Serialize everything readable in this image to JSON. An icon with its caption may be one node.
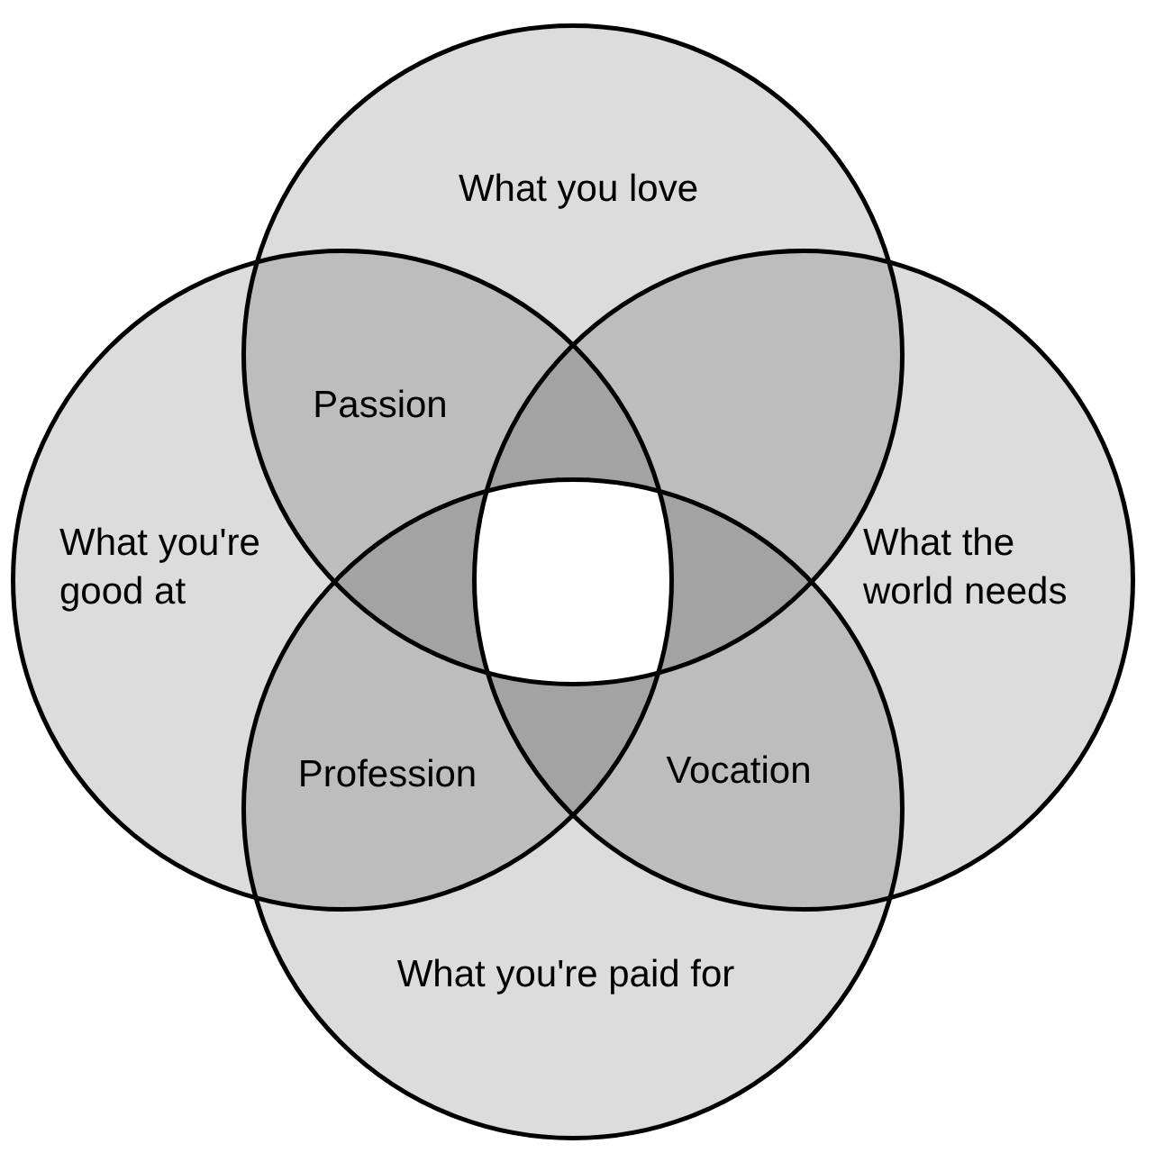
{
  "diagram": {
    "nodes": [
      {
        "text": [
          "What you love"
        ]
      },
      {
        "text": [
          "What you're good at"
        ]
      },
      {
        "text": [
          "What the world needs"
        ]
      },
      {
        "text": [
          "What you're paid for"
        ]
      }
    ],
    "labels": [
      "Passion",
      "Profession",
      "Vocation"
    ]
  }
}
